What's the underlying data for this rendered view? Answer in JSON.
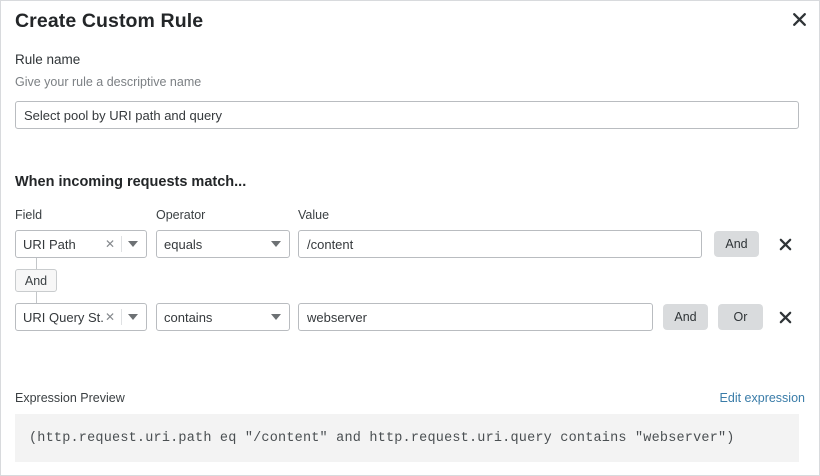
{
  "dialog": {
    "title": "Create Custom Rule",
    "close_icon": "close-icon"
  },
  "rule_name": {
    "label": "Rule name",
    "hint": "Give your rule a descriptive name",
    "value": "Select pool by URI path and query",
    "placeholder": "Select pool by URI path and query"
  },
  "conditions_section": {
    "title": "When incoming requests match...",
    "columns": {
      "field": "Field",
      "operator": "Operator",
      "value": "Value"
    },
    "connector": {
      "label": "And"
    },
    "rows": [
      {
        "field": "URI Path",
        "field_clear_icon": "close-icon",
        "field_caret_icon": "chevron-down-icon",
        "operator": "equals",
        "operator_caret_icon": "chevron-down-icon",
        "value": "/content",
        "logic_buttons": [
          "And"
        ],
        "delete_icon": "close-icon"
      },
      {
        "field": "URI Query St...",
        "field_clear_icon": "close-icon",
        "field_caret_icon": "chevron-down-icon",
        "operator": "contains",
        "operator_caret_icon": "chevron-down-icon",
        "value": "webserver",
        "logic_buttons": [
          "And",
          "Or"
        ],
        "delete_icon": "close-icon"
      }
    ]
  },
  "expression_preview": {
    "label": "Expression Preview",
    "edit_link": "Edit expression",
    "expression": "(http.request.uri.path eq \"/content\" and http.request.uri.query contains \"webserver\")"
  },
  "colors": {
    "accent_link": "#3a7ca8",
    "logic_button_bg": "#d9dbdd",
    "preview_bg": "#f3f3f3",
    "border": "#b9bcc0"
  }
}
